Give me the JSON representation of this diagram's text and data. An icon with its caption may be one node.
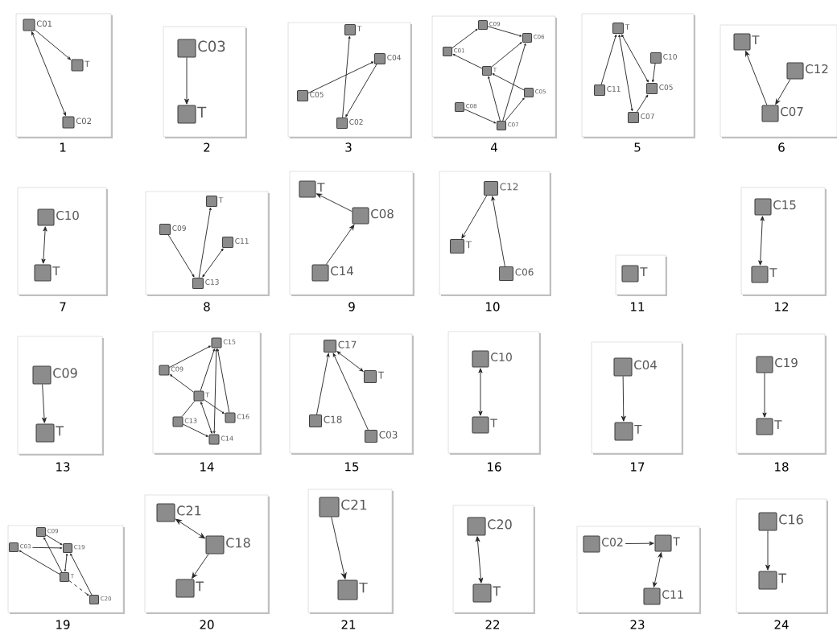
{
  "diagram": {
    "nodes": [
      {
        "text": [],
        "shape": "box",
        "beside": [
          "1"
        ]
      },
      {
        "text": [],
        "shape": "box",
        "in": 0,
        "beside": [
          "C01"
        ]
      },
      {
        "text": [],
        "shape": "box",
        "in": 0,
        "beside": [
          "T"
        ]
      },
      {
        "text": [],
        "shape": "box",
        "in": 0,
        "beside": [
          "C02"
        ]
      },
      {
        "text": [],
        "shape": "box",
        "beside": [
          "2"
        ]
      },
      {
        "text": [],
        "shape": "box",
        "in": 4,
        "beside": [
          "C03"
        ]
      },
      {
        "text": [],
        "shape": "box",
        "in": 4,
        "beside": [
          "T"
        ]
      },
      {
        "text": [],
        "shape": "box",
        "beside": [
          "3"
        ]
      },
      {
        "text": [],
        "shape": "box",
        "in": 7,
        "beside": [
          "T"
        ]
      },
      {
        "text": [],
        "shape": "box",
        "in": 7,
        "beside": [
          "C04"
        ]
      },
      {
        "text": [],
        "shape": "box",
        "in": 7,
        "beside": [
          "C05"
        ]
      },
      {
        "text": [],
        "shape": "box",
        "in": 7,
        "beside": [
          "C02"
        ]
      },
      {
        "text": [],
        "shape": "box",
        "beside": [
          "4"
        ]
      },
      {
        "text": [],
        "shape": "box",
        "in": 12,
        "beside": [
          "C09"
        ]
      },
      {
        "text": [],
        "shape": "box",
        "in": 12,
        "beside": [
          "C06"
        ]
      },
      {
        "text": [],
        "shape": "box",
        "in": 12,
        "beside": [
          "C01"
        ]
      },
      {
        "text": [],
        "shape": "box",
        "in": 12,
        "beside": [
          "T"
        ]
      },
      {
        "text": [],
        "shape": "box",
        "in": 12,
        "beside": [
          "C05"
        ]
      },
      {
        "text": [],
        "shape": "box",
        "in": 12,
        "beside": [
          "C08"
        ]
      },
      {
        "text": [],
        "shape": "box",
        "in": 12,
        "beside": [
          "C07"
        ]
      },
      {
        "text": [],
        "shape": "box",
        "beside": [
          "5"
        ]
      },
      {
        "text": [],
        "shape": "box",
        "in": 20,
        "beside": [
          "T"
        ]
      },
      {
        "text": [],
        "shape": "box",
        "in": 20,
        "beside": [
          "C10"
        ]
      },
      {
        "text": [],
        "shape": "box",
        "in": 20,
        "beside": [
          "C11"
        ]
      },
      {
        "text": [],
        "shape": "box",
        "in": 20,
        "beside": [
          "C05"
        ]
      },
      {
        "text": [],
        "shape": "box",
        "in": 20,
        "beside": [
          "C07"
        ]
      },
      {
        "text": [],
        "shape": "box",
        "beside": [
          "6"
        ]
      },
      {
        "text": [],
        "shape": "box",
        "in": 26,
        "beside": [
          "T"
        ]
      },
      {
        "text": [],
        "shape": "box",
        "in": 26,
        "beside": [
          "C12"
        ]
      },
      {
        "text": [],
        "shape": "box",
        "in": 26,
        "beside": [
          "C07"
        ]
      },
      {
        "text": [],
        "shape": "box",
        "beside": [
          "7"
        ]
      },
      {
        "text": [],
        "shape": "box",
        "in": 30,
        "beside": [
          "C10"
        ]
      },
      {
        "text": [],
        "shape": "box",
        "in": 30,
        "beside": [
          "T"
        ]
      },
      {
        "text": [],
        "shape": "box",
        "beside": [
          "8"
        ]
      },
      {
        "text": [],
        "shape": "box",
        "in": 33,
        "beside": [
          "T"
        ]
      },
      {
        "text": [],
        "shape": "box",
        "in": 33,
        "beside": [
          "C09"
        ]
      },
      {
        "text": [],
        "shape": "box",
        "in": 33,
        "beside": [
          "C11"
        ]
      },
      {
        "text": [],
        "shape": "box",
        "in": 33,
        "beside": [
          "C13"
        ]
      },
      {
        "text": [],
        "shape": "box",
        "beside": [
          "9"
        ]
      },
      {
        "text": [],
        "shape": "box",
        "in": 38,
        "beside": [
          "T"
        ]
      },
      {
        "text": [],
        "shape": "box",
        "in": 38,
        "beside": [
          "C08"
        ]
      },
      {
        "text": [],
        "shape": "box",
        "in": 38,
        "beside": [
          "C14"
        ]
      },
      {
        "text": [],
        "shape": "box",
        "beside": [
          "10"
        ]
      },
      {
        "text": [],
        "shape": "box",
        "in": 42,
        "beside": [
          "C12"
        ]
      },
      {
        "text": [],
        "shape": "box",
        "in": 42,
        "beside": [
          "T"
        ]
      },
      {
        "text": [],
        "shape": "box",
        "in": 42,
        "beside": [
          "C06"
        ]
      },
      {
        "text": [],
        "shape": "box",
        "beside": [
          "11"
        ]
      },
      {
        "text": [],
        "shape": "box",
        "in": 46,
        "beside": [
          "T"
        ]
      },
      {
        "text": [],
        "shape": "box",
        "beside": [
          "12"
        ]
      },
      {
        "text": [],
        "shape": "box",
        "in": 48,
        "beside": [
          "C15"
        ]
      },
      {
        "text": [],
        "shape": "box",
        "in": 48,
        "beside": [
          "T"
        ]
      },
      {
        "text": [],
        "shape": "box",
        "beside": [
          "13"
        ]
      },
      {
        "text": [],
        "shape": "box",
        "in": 51,
        "beside": [
          "C09"
        ]
      },
      {
        "text": [],
        "shape": "box",
        "in": 51,
        "beside": [
          "T"
        ]
      },
      {
        "text": [],
        "shape": "box",
        "beside": [
          "14"
        ]
      },
      {
        "text": [],
        "shape": "box",
        "in": 54,
        "beside": [
          "C15"
        ]
      },
      {
        "text": [],
        "shape": "box",
        "in": 54,
        "beside": [
          "C09"
        ]
      },
      {
        "text": [],
        "shape": "box",
        "in": 54,
        "beside": [
          "T"
        ]
      },
      {
        "text": [],
        "shape": "box",
        "in": 54,
        "beside": [
          "C13"
        ]
      },
      {
        "text": [],
        "shape": "box",
        "in": 54,
        "beside": [
          "C16"
        ]
      },
      {
        "text": [],
        "shape": "box",
        "in": 54,
        "beside": [
          "C14"
        ]
      },
      {
        "text": [],
        "shape": "box",
        "beside": [
          "15"
        ]
      },
      {
        "text": [],
        "shape": "box",
        "in": 61,
        "beside": [
          "C17"
        ]
      },
      {
        "text": [],
        "shape": "box",
        "in": 61,
        "beside": [
          "T"
        ]
      },
      {
        "text": [],
        "shape": "box",
        "in": 61,
        "beside": [
          "C18"
        ]
      },
      {
        "text": [],
        "shape": "box",
        "in": 61,
        "beside": [
          "C03"
        ]
      },
      {
        "text": [],
        "shape": "box",
        "beside": [
          "16"
        ]
      },
      {
        "text": [],
        "shape": "box",
        "in": 66,
        "beside": [
          "C10"
        ]
      },
      {
        "text": [],
        "shape": "box",
        "in": 66,
        "beside": [
          "T"
        ]
      },
      {
        "text": [],
        "shape": "box",
        "beside": [
          "17"
        ]
      },
      {
        "text": [],
        "shape": "box",
        "in": 69,
        "beside": [
          "C04"
        ]
      },
      {
        "text": [],
        "shape": "box",
        "in": 69,
        "beside": [
          "T"
        ]
      },
      {
        "text": [],
        "shape": "box",
        "beside": [
          "18"
        ]
      },
      {
        "text": [],
        "shape": "box",
        "in": 72,
        "beside": [
          "C19"
        ]
      },
      {
        "text": [],
        "shape": "box",
        "in": 72,
        "beside": [
          "T"
        ]
      },
      {
        "text": [],
        "shape": "box",
        "beside": [
          "19"
        ]
      },
      {
        "text": [],
        "shape": "box",
        "in": 75,
        "beside": [
          "C09"
        ]
      },
      {
        "text": [],
        "shape": "box",
        "in": 75,
        "beside": [
          "C03"
        ]
      },
      {
        "text": [],
        "shape": "box",
        "in": 75,
        "beside": [
          "C19"
        ]
      },
      {
        "text": [],
        "shape": "box",
        "in": 75,
        "beside": [
          "T"
        ]
      },
      {
        "text": [],
        "shape": "box",
        "in": 75,
        "beside": [
          "C20"
        ]
      },
      {
        "text": [],
        "shape": "box",
        "beside": [
          "20"
        ]
      },
      {
        "text": [],
        "shape": "box",
        "in": 81,
        "beside": [
          "C21"
        ]
      },
      {
        "text": [],
        "shape": "box",
        "in": 81,
        "beside": [
          "C18"
        ]
      },
      {
        "text": [],
        "shape": "box",
        "in": 81,
        "beside": [
          "T"
        ]
      },
      {
        "text": [],
        "shape": "box",
        "beside": [
          "21"
        ]
      },
      {
        "text": [],
        "shape": "box",
        "in": 85,
        "beside": [
          "C21"
        ]
      },
      {
        "text": [],
        "shape": "box",
        "in": 85,
        "beside": [
          "T"
        ]
      },
      {
        "text": [],
        "shape": "box",
        "beside": [
          "22"
        ]
      },
      {
        "text": [],
        "shape": "box",
        "in": 88,
        "beside": [
          "C20"
        ]
      },
      {
        "text": [],
        "shape": "box",
        "in": 88,
        "beside": [
          "T"
        ]
      },
      {
        "text": [],
        "shape": "box",
        "beside": [
          "23"
        ]
      },
      {
        "text": [],
        "shape": "box",
        "in": 91,
        "beside": [
          "C02"
        ]
      },
      {
        "text": [],
        "shape": "box",
        "in": 91,
        "beside": [
          "T"
        ]
      },
      {
        "text": [],
        "shape": "box",
        "in": 91,
        "beside": [
          "C11"
        ]
      },
      {
        "text": [],
        "shape": "box",
        "beside": [
          "24"
        ]
      },
      {
        "text": [],
        "shape": "box",
        "in": 95,
        "beside": [
          "C16"
        ]
      },
      {
        "text": [],
        "shape": "box",
        "in": 95,
        "beside": [
          "T"
        ]
      }
    ],
    "edges": [
      {
        "from": 1,
        "to": 3,
        "arrow": "both"
      },
      {
        "from": 1,
        "to": 2,
        "arrow": "to"
      },
      {
        "from": 5,
        "to": 6,
        "arrow": "to"
      },
      {
        "from": 11,
        "to": 8,
        "arrow": "to"
      },
      {
        "from": 10,
        "to": 9,
        "arrow": "to"
      },
      {
        "from": 9,
        "to": 11,
        "arrow": "to"
      },
      {
        "from": 15,
        "to": 13,
        "arrow": "to"
      },
      {
        "from": 13,
        "to": 14,
        "arrow": "to"
      },
      {
        "from": 16,
        "to": 15,
        "arrow": "to"
      },
      {
        "from": 16,
        "to": 14,
        "arrow": "to"
      },
      {
        "from": 17,
        "to": 16,
        "arrow": "to"
      },
      {
        "from": 19,
        "to": 16,
        "arrow": "to"
      },
      {
        "from": 19,
        "to": 14,
        "arrow": "to"
      },
      {
        "from": 19,
        "to": 17,
        "arrow": "to"
      },
      {
        "from": 18,
        "to": 19,
        "arrow": "to"
      },
      {
        "from": 23,
        "to": 21,
        "arrow": "to"
      },
      {
        "from": 21,
        "to": 25,
        "arrow": "both"
      },
      {
        "from": 21,
        "to": 24,
        "arrow": "both"
      },
      {
        "from": 22,
        "to": 24,
        "arrow": "to"
      },
      {
        "from": 25,
        "to": 24,
        "arrow": "to"
      },
      {
        "from": 29,
        "to": 27,
        "arrow": "to"
      },
      {
        "from": 28,
        "to": 29,
        "arrow": "to"
      },
      {
        "from": 31,
        "to": 32,
        "arrow": "both"
      },
      {
        "from": 35,
        "to": 37,
        "arrow": "to"
      },
      {
        "from": 37,
        "to": 34,
        "arrow": "to"
      },
      {
        "from": 37,
        "to": 36,
        "arrow": "both"
      },
      {
        "from": 40,
        "to": 39,
        "arrow": "to"
      },
      {
        "from": 41,
        "to": 40,
        "arrow": "to"
      },
      {
        "from": 43,
        "to": 44,
        "arrow": "to"
      },
      {
        "from": 45,
        "to": 43,
        "arrow": "to"
      },
      {
        "from": 49,
        "to": 50,
        "arrow": "both"
      },
      {
        "from": 52,
        "to": 53,
        "arrow": "to"
      },
      {
        "from": 56,
        "to": 55,
        "arrow": "to"
      },
      {
        "from": 57,
        "to": 56,
        "arrow": "to"
      },
      {
        "from": 57,
        "to": 55,
        "arrow": "to"
      },
      {
        "from": 59,
        "to": 55,
        "arrow": "to"
      },
      {
        "from": 60,
        "to": 55,
        "arrow": "both"
      },
      {
        "from": 57,
        "to": 60,
        "arrow": "both"
      },
      {
        "from": 57,
        "to": 59,
        "arrow": "to"
      },
      {
        "from": 58,
        "to": 60,
        "arrow": "to"
      },
      {
        "from": 58,
        "to": 57,
        "arrow": "none"
      },
      {
        "from": 62,
        "to": 63,
        "arrow": "both"
      },
      {
        "from": 64,
        "to": 62,
        "arrow": "to"
      },
      {
        "from": 65,
        "to": 62,
        "arrow": "to"
      },
      {
        "from": 67,
        "to": 68,
        "arrow": "both"
      },
      {
        "from": 70,
        "to": 71,
        "arrow": "to"
      },
      {
        "from": 73,
        "to": 74,
        "arrow": "to"
      },
      {
        "from": 77,
        "to": 78,
        "arrow": "to"
      },
      {
        "from": 76,
        "to": 78,
        "arrow": "to"
      },
      {
        "from": 79,
        "to": 76,
        "arrow": "to"
      },
      {
        "from": 79,
        "to": 77,
        "arrow": "to"
      },
      {
        "from": 79,
        "to": 78,
        "arrow": "both"
      },
      {
        "from": 80,
        "to": 78,
        "arrow": "to"
      },
      {
        "from": 79,
        "to": 80,
        "arrow": "to",
        "style": "dashed"
      },
      {
        "from": 82,
        "to": 83,
        "arrow": "both"
      },
      {
        "from": 83,
        "to": 84,
        "arrow": "to"
      },
      {
        "from": 86,
        "to": 87,
        "arrow": "to"
      },
      {
        "from": 89,
        "to": 90,
        "arrow": "both"
      },
      {
        "from": 92,
        "to": 93,
        "arrow": "to"
      },
      {
        "from": 93,
        "to": 94,
        "arrow": "both"
      },
      {
        "from": 96,
        "to": 97,
        "arrow": "to"
      }
    ]
  }
}
